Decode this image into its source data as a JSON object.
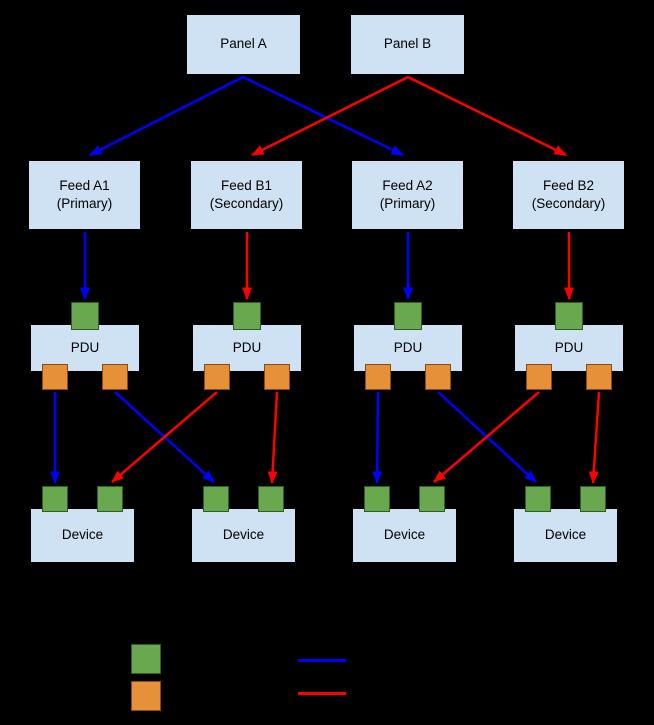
{
  "panels": [
    {
      "label": "Panel A"
    },
    {
      "label": "Panel B"
    }
  ],
  "feeds": [
    {
      "name": "Feed A1",
      "role": "(Primary)"
    },
    {
      "name": "Feed B1",
      "role": "(Secondary)"
    },
    {
      "name": "Feed A2",
      "role": "(Primary)"
    },
    {
      "name": "Feed B2",
      "role": "(Secondary)"
    }
  ],
  "pdus": [
    {
      "label": "PDU"
    },
    {
      "label": "PDU"
    },
    {
      "label": "PDU"
    },
    {
      "label": "PDU"
    }
  ],
  "devices": [
    {
      "label": "Device"
    },
    {
      "label": "Device"
    },
    {
      "label": "Device"
    },
    {
      "label": "Device"
    }
  ],
  "colors": {
    "background": "#000000",
    "box_fill": "#cfe2f3",
    "box_text": "#000000",
    "input_port_green": "#6aa84f",
    "output_port_orange": "#e69138",
    "primary_line_blue": "#0000ff",
    "secondary_line_red": "#ff0000"
  },
  "legend": {
    "items": [
      {
        "type": "swatch",
        "color": "#6aa84f"
      },
      {
        "type": "swatch",
        "color": "#e69138"
      },
      {
        "type": "line",
        "color": "#0000ff"
      },
      {
        "type": "line",
        "color": "#ff0000"
      }
    ]
  }
}
